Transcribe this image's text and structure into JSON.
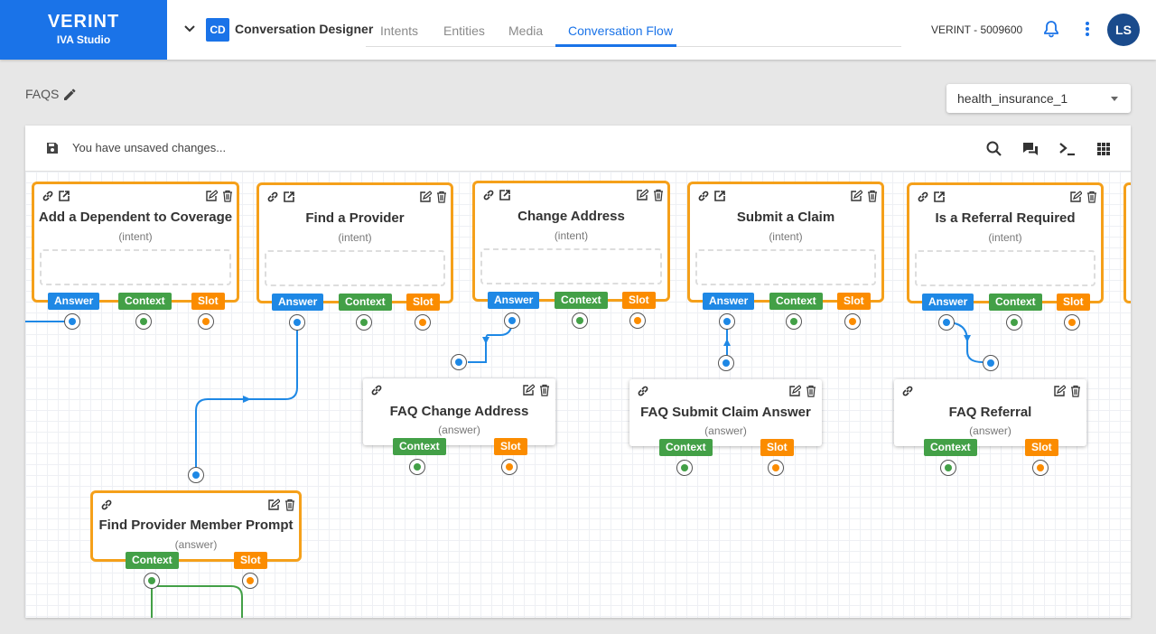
{
  "brand": {
    "name": "VERINT",
    "subtitle": "IVA Studio"
  },
  "header": {
    "app_badge": "CD",
    "app_title": "Conversation Designer",
    "tabs": [
      {
        "label": "Intents"
      },
      {
        "label": "Entities"
      },
      {
        "label": "Media"
      },
      {
        "label": "Conversation Flow",
        "active": true
      }
    ],
    "account": "VERINT - 5009600",
    "avatar_initials": "LS"
  },
  "page": {
    "title": "FAQS"
  },
  "bot_select": {
    "value": "health_insurance_1"
  },
  "toolbar": {
    "status": "You have unsaved changes...",
    "icons": [
      "search-icon",
      "chat-preview-icon",
      "console-icon",
      "grid-icon"
    ]
  },
  "colors": {
    "accent": "#1a73e8",
    "intent_border": "#f5a01a",
    "answer": "#1e88e5",
    "context": "#43a047",
    "slot": "#fb8c00"
  },
  "ports": {
    "answer": "Answer",
    "context": "Context",
    "slot": "Slot"
  },
  "intents": [
    {
      "title": "Add a Dependent to Coverage",
      "kind": "(intent)"
    },
    {
      "title": "Find a Provider",
      "kind": "(intent)"
    },
    {
      "title": "Change Address",
      "kind": "(intent)"
    },
    {
      "title": "Submit a Claim",
      "kind": "(intent)"
    },
    {
      "title": "Is a Referral Required",
      "kind": "(intent)"
    }
  ],
  "answers": [
    {
      "title": "FAQ Change Address",
      "kind": "(answer)"
    },
    {
      "title": "FAQ Submit Claim Answer",
      "kind": "(answer)"
    },
    {
      "title": "FAQ Referral",
      "kind": "(answer)"
    },
    {
      "title": "Find Provider Member Prompt",
      "kind": "(answer)"
    }
  ]
}
